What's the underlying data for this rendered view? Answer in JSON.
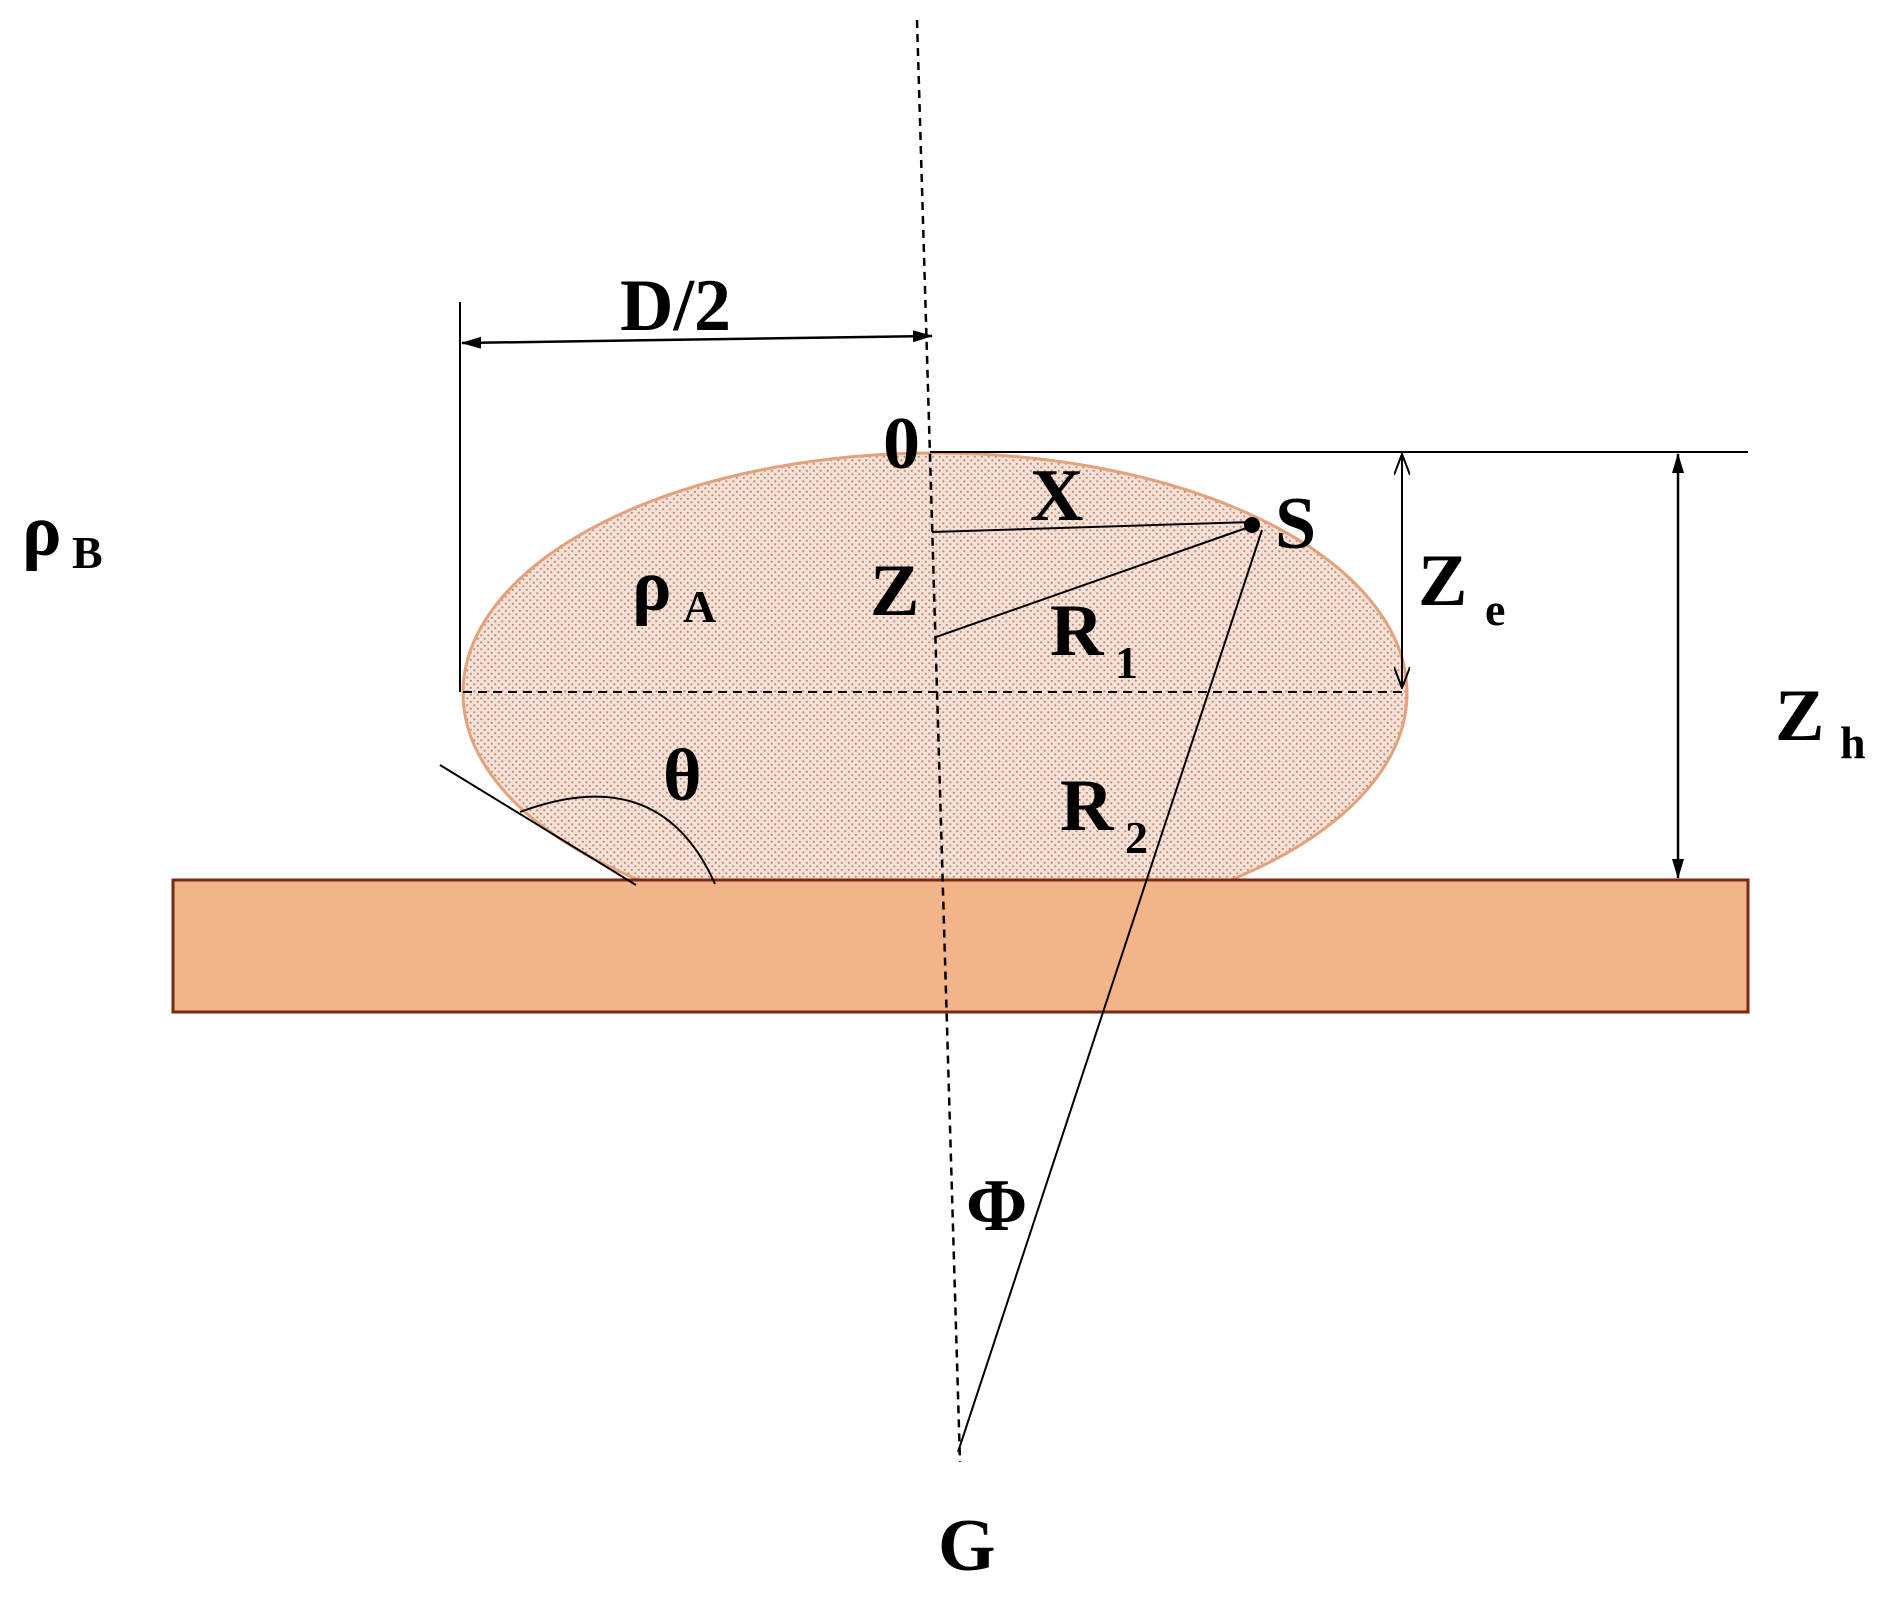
{
  "diagram": {
    "colors": {
      "drop_fill": "#f6e1d6",
      "drop_dots": "#b88a78",
      "drop_outline": "#e2a27c",
      "substrate_fill": "#f4b48a",
      "substrate_outline": "#7a2a10",
      "line": "#000000"
    },
    "labels": {
      "d_half": "D/2",
      "origin": "0",
      "x": "X",
      "s": "S",
      "z": "Z",
      "rho_a": "ρ",
      "rho_a_sub": "A",
      "rho_b": "ρ",
      "rho_b_sub": "B",
      "r1": "R",
      "r1_sub": "1",
      "r2": "R",
      "r2_sub": "2",
      "theta": "θ",
      "ze": "Z",
      "ze_sub": "e",
      "zh": "Z",
      "zh_sub": "h",
      "phi": "Φ",
      "g": "G"
    }
  }
}
